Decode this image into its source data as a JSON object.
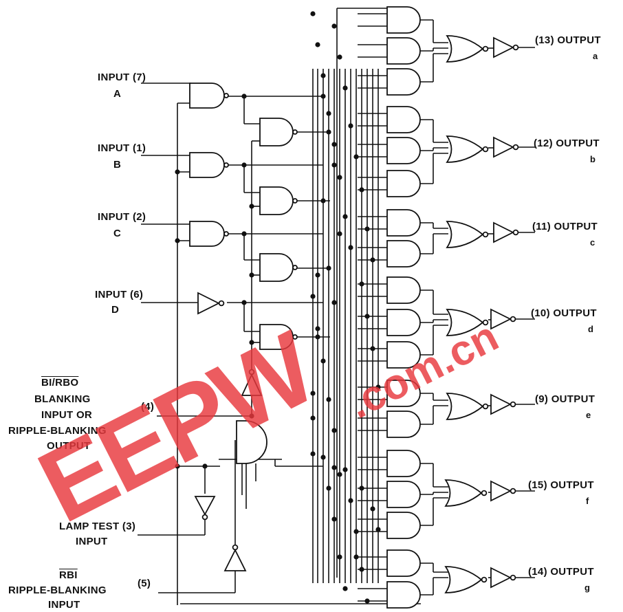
{
  "inputs": [
    {
      "title": "INPUT (7)",
      "name": "A"
    },
    {
      "title": "INPUT (1)",
      "name": "B"
    },
    {
      "title": "INPUT (2)",
      "name": "C"
    },
    {
      "title": "INPUT (6)",
      "name": "D"
    }
  ],
  "bi_rbo": {
    "overline": "BI/RBO",
    "line1": "BLANKING",
    "line2": "INPUT OR",
    "line3": "RIPPLE-BLANKING",
    "line4": "OUTPUT",
    "pin": "(4)"
  },
  "lamp_test": {
    "line1": "LAMP TEST (3)",
    "line2": "INPUT"
  },
  "rbi": {
    "overline": "RBI",
    "line1": "RIPPLE-BLANKING",
    "line2": "INPUT",
    "pin": "(5)"
  },
  "outputs": [
    {
      "pin": "(13) OUTPUT",
      "seg": "a"
    },
    {
      "pin": "(12) OUTPUT",
      "seg": "b"
    },
    {
      "pin": "(11) OUTPUT",
      "seg": "c"
    },
    {
      "pin": "(10) OUTPUT",
      "seg": "d"
    },
    {
      "pin": "(9) OUTPUT",
      "seg": "e"
    },
    {
      "pin": "(15) OUTPUT",
      "seg": "f"
    },
    {
      "pin": "(14) OUTPUT",
      "seg": "g"
    }
  ],
  "watermark": {
    "text1": "EEPW",
    "text2": ".com.cn"
  },
  "colors": {
    "ink": "#111111",
    "watermark": "#e8383d"
  }
}
